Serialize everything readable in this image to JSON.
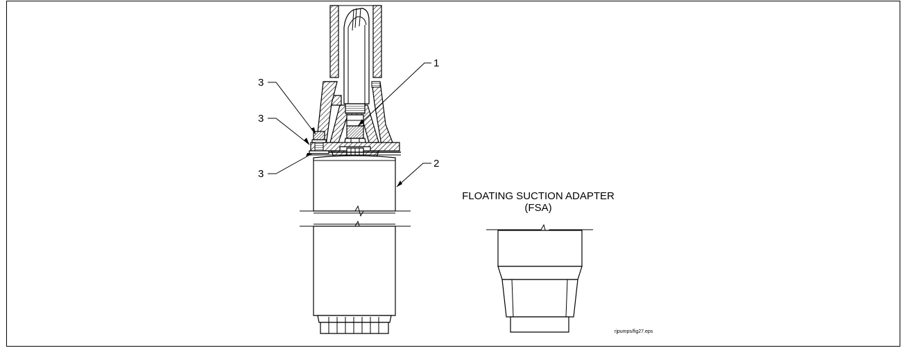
{
  "callouts": {
    "c1": "1",
    "c2": "2",
    "c3a": "3",
    "c3b": "3",
    "c3c": "3"
  },
  "adapter": {
    "title_line1": "FLOATING SUCTION ADAPTER",
    "title_line2": "(FSA)"
  },
  "file_name": "rjpumps/fig27.eps"
}
